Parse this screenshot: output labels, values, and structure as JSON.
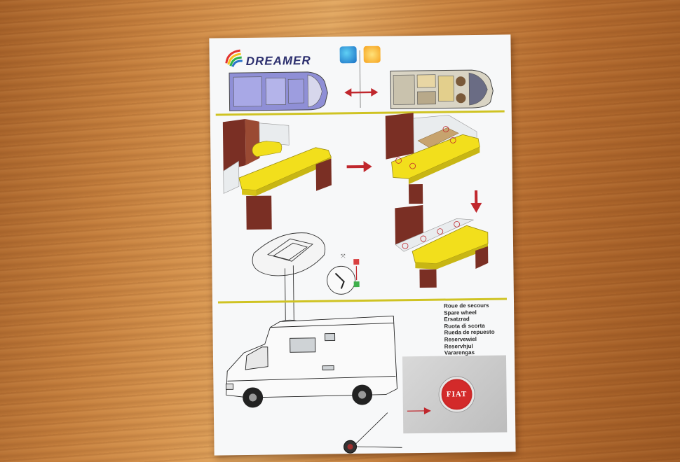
{
  "brand": {
    "logo_text": "DREAMER"
  },
  "mode_icons": [
    "night-mode-icon",
    "day-mode-icon"
  ],
  "spare_wheel_labels": [
    "Roue de secours",
    "Spare wheel",
    "Ersatzrad",
    "Ruota di scorta",
    "Rueda de repuesto",
    "Reservewiel",
    "Reservhjul",
    "Vararengas"
  ],
  "fiat_badge": {
    "text": "FIAT"
  },
  "colors": {
    "table_yellow": "#f2df1c",
    "cabinet_brown": "#7a2f24",
    "arrow_red": "#c0272d",
    "rule_yellow": "#cfc323",
    "night_plan": "#8f8fd6",
    "fiat_red": "#d32a2a"
  }
}
